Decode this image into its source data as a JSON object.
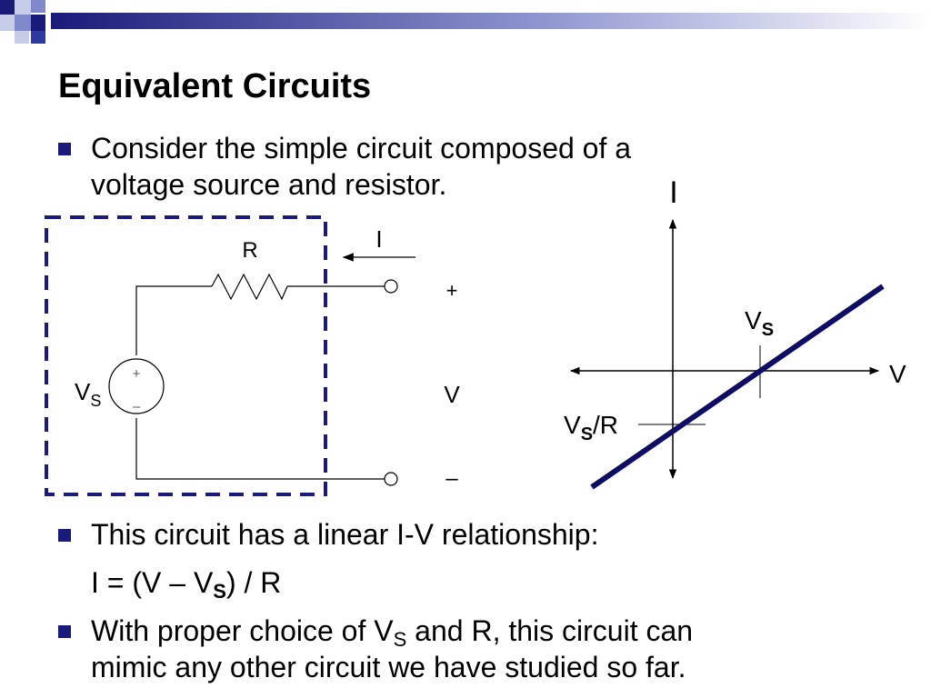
{
  "slide": {
    "title": "Equivalent Circuits",
    "bullets": [
      {
        "lines": [
          "Consider the simple circuit composed of a",
          "voltage source and resistor."
        ]
      },
      {
        "text": "This circuit has a linear I-V relationship:"
      },
      {
        "before_sub": "With proper choice of V",
        "sub": "S",
        "after_sub": " and R, this circuit can",
        "line2": "mimic any other circuit we have studied so far."
      }
    ],
    "equation": {
      "before": "I = (V – V",
      "sub": "S",
      "after": ") / R"
    }
  },
  "circuit": {
    "resistor_label": "R",
    "current_label": "I",
    "source_label": "V",
    "source_label_sub": "S",
    "source_plus": "+",
    "source_minus": "–",
    "terminal_plus": "+",
    "terminal_minus": "–",
    "voltage_label": "V"
  },
  "graph": {
    "y_axis_label": "I",
    "x_axis_label": "V",
    "vs_label": "V",
    "vs_sub": "S",
    "vsr_label_prefix": "V",
    "vsr_label_sub": "S",
    "vsr_label_suffix": "/R"
  },
  "colors": {
    "dark_blue": "#1a1a7a",
    "line_blue": "#0d0d66",
    "deco_blue": "#2b3a9b"
  }
}
